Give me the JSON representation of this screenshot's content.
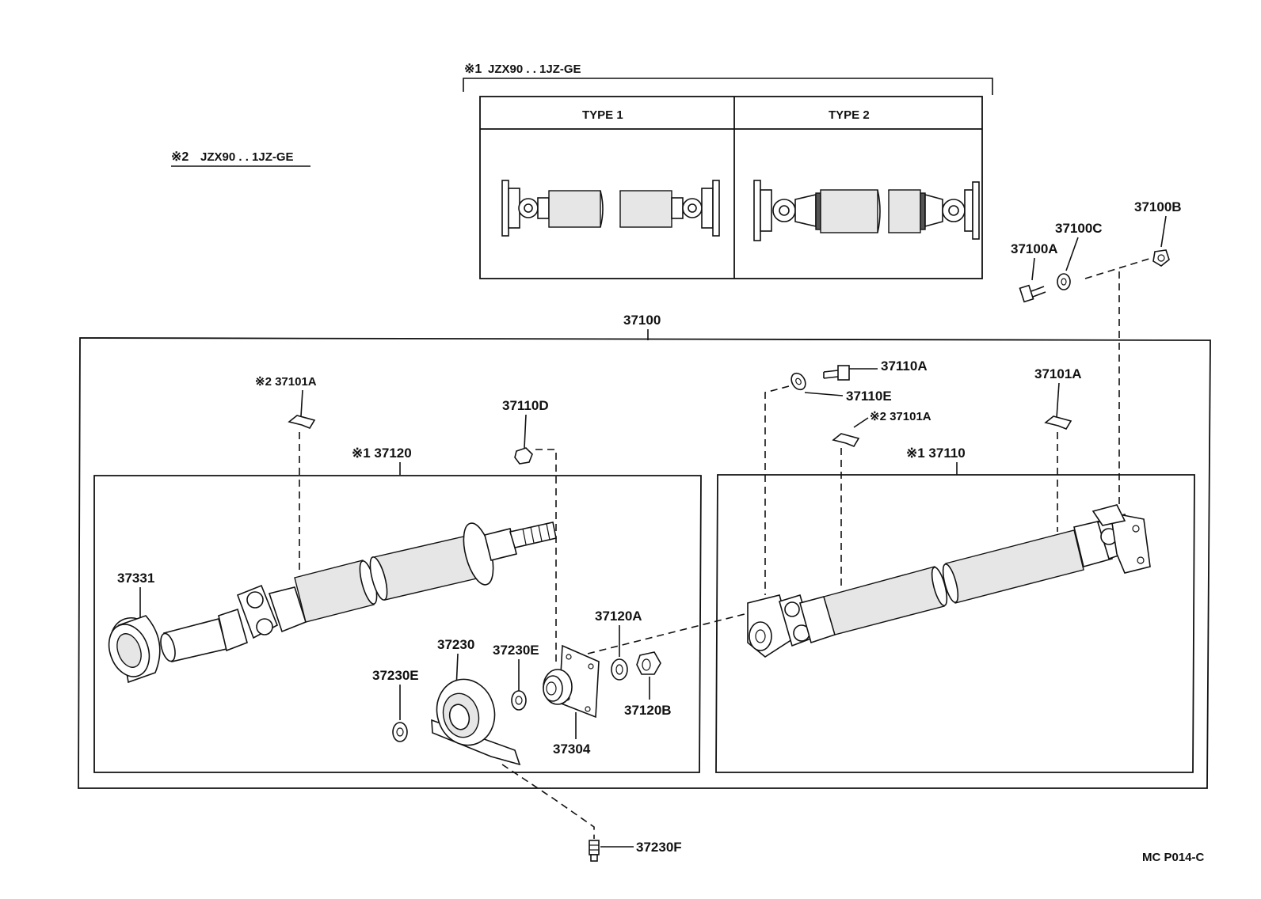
{
  "notes": {
    "note1_mark": "※1",
    "note1_text": "JZX90 . . 1JZ-GE",
    "note2_mark": "※2",
    "note2_text": "JZX90 . . 1JZ-GE"
  },
  "types": {
    "type1": "TYPE 1",
    "type2": "TYPE 2"
  },
  "labels": {
    "p37100": "37100",
    "p37100A": "37100A",
    "p37100B": "37100B",
    "p37100C": "37100C",
    "p37101A_left": "※2 37101A",
    "p37110D": "37110D",
    "p37120": "※1 37120",
    "p37331": "37331",
    "p37230": "37230",
    "p37230E_a": "37230E",
    "p37230E_b": "37230E",
    "p37120A": "37120A",
    "p37120B": "37120B",
    "p37304": "37304",
    "p37230F": "37230F",
    "p37110A": "37110A",
    "p37110E": "37110E",
    "p37101A_right": "37101A",
    "p37101A_mid": "※2 37101A",
    "p37110": "※1 37110"
  },
  "footer": {
    "code": "MC P014-C"
  }
}
